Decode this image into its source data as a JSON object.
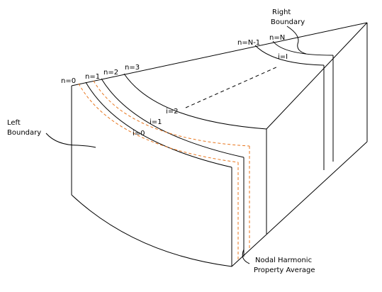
{
  "labels": {
    "n0": "n=0",
    "n1": "n=1",
    "n2": "n=2",
    "n3": "n=3",
    "nN1": "n=N-1",
    "nN": "n=N",
    "i0": "i=0",
    "i1": "i=1",
    "i2": "i=2",
    "iI": "i=I",
    "right_boundary_line1": "Right",
    "right_boundary_line2": "Boundary",
    "left_boundary_line1": "Left",
    "left_boundary_line2": "Boundary",
    "nodal_line1": "Nodal Harmonic",
    "nodal_line2": "Property Average"
  },
  "colors": {
    "lines": "#000000",
    "average_dashes": "#e8761e"
  }
}
